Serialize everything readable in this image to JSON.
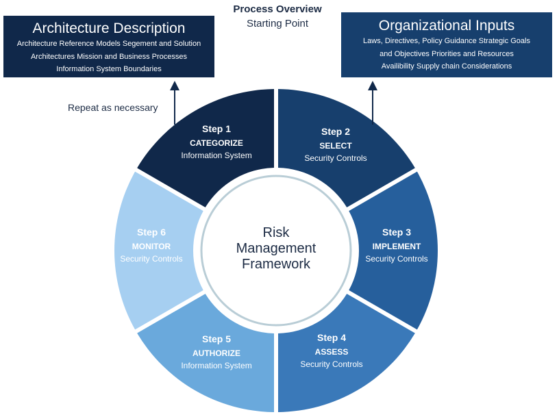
{
  "header": {
    "title": "Process Overview",
    "subtitle": "Starting Point"
  },
  "architecture": {
    "title": "Architecture Description",
    "lines": [
      "Architecture Reference Models Segement and Solution",
      "Architectures Mission and Business Processes",
      "Information System Boundaries"
    ]
  },
  "organizational": {
    "title": "Organizational Inputs",
    "lines": [
      "Laws, Directives, Policy Guidance Strategic Goals",
      "and Objectives Priorities and Resources",
      "Availibility Supply chain Considerations"
    ]
  },
  "repeat_note": "Repeat as necessary",
  "center": {
    "lines": [
      "Risk",
      "Management",
      "Framework"
    ]
  },
  "steps": [
    {
      "number": "Step 1",
      "name": "CATEGORIZE",
      "desc": "Information System",
      "color": "#10284a"
    },
    {
      "number": "Step 2",
      "name": "SELECT",
      "desc": "Security Controls",
      "color": "#173f6d"
    },
    {
      "number": "Step 3",
      "name": "IMPLEMENT",
      "desc": "Security Controls",
      "color": "#265f9c"
    },
    {
      "number": "Step 4",
      "name": "ASSESS",
      "desc": "Security Controls",
      "color": "#3a79b9"
    },
    {
      "number": "Step 5",
      "name": "AUTHORIZE",
      "desc": "Information System",
      "color": "#6aa9dc"
    },
    {
      "number": "Step 6",
      "name": "MONITOR",
      "desc": "Security Controls",
      "color": "#a6cff1"
    }
  ]
}
